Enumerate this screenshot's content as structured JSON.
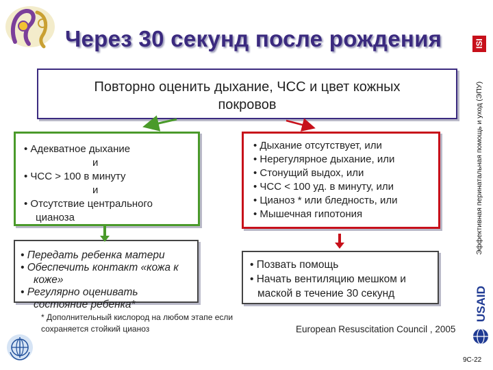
{
  "header": {
    "title": "Через 30 секунд после рождения",
    "isi_label": "ISI",
    "sidebar_text": "Эффективная перинатальная помощь и уход (ЭПУ)",
    "usaid_label": "USAID"
  },
  "assess": {
    "line1": "Повторно оценить дыхание, ЧСС и цвет кожных",
    "line2": "покровов"
  },
  "good_box": {
    "items": [
      "• Адекватное дыхание",
      "и",
      "• ЧСС > 100 в минуту",
      "и",
      "• Отсутствие центрального",
      "цианоза"
    ]
  },
  "bad_box": {
    "items": [
      "• Дыхание отсутствует, или",
      "• Нерегулярное дыхание, или",
      "• Стонущий выдох, или",
      "• ЧСС < 100 уд. в минуту, или",
      "• Цианоз * или бледность, или",
      "• Мышечная гипотония"
    ]
  },
  "care_box": {
    "items": [
      "• Передать ребенка матери",
      "• Обеспечить контакт «кожа к",
      "кожe»",
      "• Регулярно оценивать",
      "состояние ребенка*"
    ]
  },
  "action_box": {
    "items": [
      "• Позвать помощь",
      "• Начать вентиляцию мешком и",
      "маской в течение 30 секунд"
    ]
  },
  "footnote": {
    "line1": "* Дополнительный кислород на любом этапе если",
    "line2": "сохраняется стойкий цианоз"
  },
  "citation": "European Resuscitation Council , 2005",
  "slide_number": "9C-22",
  "colors": {
    "title": "#3b2a7f",
    "good": "#4a9a2a",
    "bad": "#c7101a",
    "accent_isi": "#c7101a"
  },
  "icons": {
    "logo": "mother-baby-logo-icon",
    "who": "who-emblem-icon",
    "usaid": "usaid-logo-icon"
  }
}
